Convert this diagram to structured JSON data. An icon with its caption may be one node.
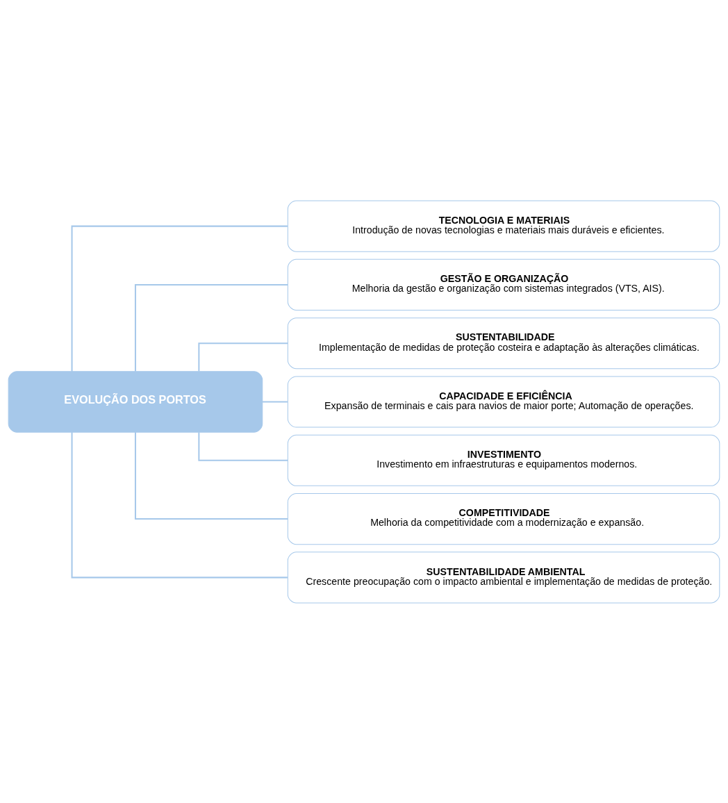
{
  "diagram": {
    "nodes": [
      {
        "text": [
          "EVOLUÇÃO DOS PORTOS"
        ]
      },
      {
        "text": [
          "TECNOLOGIA E MATERIAIS",
          "Introdução de novas tecnologias e materiais mais duráveis e eficientes."
        ]
      },
      {
        "text": [
          "GESTÃO E ORGANIZAÇÃO",
          "Melhoria da gestão e organização com sistemas integrados (VTS, AIS)."
        ]
      },
      {
        "text": [
          "SUSTENTABILIDADE",
          "Implementação de medidas de proteção costeira e adaptação às alterações climáticas."
        ]
      },
      {
        "text": [
          "CAPACIDADE E EFICIÊNCIA",
          "Expansão de terminais e cais para navios de maior porte; Automação de operações."
        ]
      },
      {
        "text": [
          "INVESTIMENTO",
          "Investimento em infraestruturas e equipamentos modernos."
        ]
      },
      {
        "text": [
          "COMPETITIVIDADE",
          "Melhoria da competitividade com a modernização e expansão."
        ]
      },
      {
        "text": [
          "SUSTENTABILIDADE AMBIENTAL",
          "Crescente preocupação com o impacto ambiental e implementação de medidas de proteção."
        ]
      }
    ],
    "edges": [
      {
        "from": 0,
        "to": 1,
        "arrow": "none"
      },
      {
        "from": 0,
        "to": 2,
        "arrow": "none"
      },
      {
        "from": 0,
        "to": 3,
        "arrow": "none"
      },
      {
        "from": 0,
        "to": 4,
        "arrow": "none"
      },
      {
        "from": 0,
        "to": 5,
        "arrow": "none"
      },
      {
        "from": 0,
        "to": 6,
        "arrow": "none"
      },
      {
        "from": 0,
        "to": 7,
        "arrow": "none"
      }
    ]
  }
}
